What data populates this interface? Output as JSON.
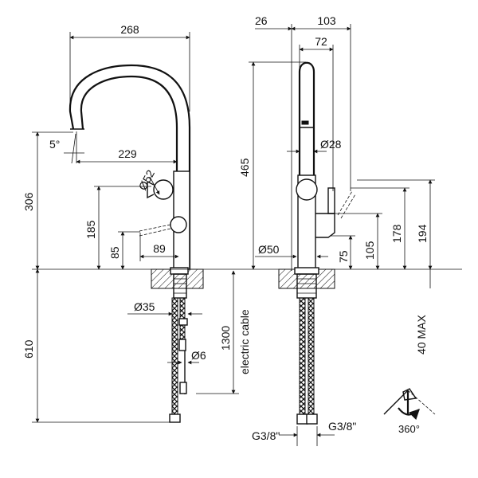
{
  "side_view": {
    "width_total": "268",
    "angle": "5°",
    "reach": "229",
    "handle_dia": "Ø52",
    "height_306": "306",
    "height_185": "185",
    "height_85": "85",
    "offset_89": "89",
    "base_dia": "Ø35",
    "cable_dia": "Ø6",
    "cable_len": "1300",
    "cable_label": "electric cable",
    "below_610": "610"
  },
  "front_view": {
    "offset_26": "26",
    "width_103": "103",
    "width_72": "72",
    "height_465": "465",
    "spout_dia": "Ø28",
    "base_dia": "Ø50",
    "height_75": "75",
    "height_105": "105",
    "height_178": "178",
    "height_194": "194",
    "max_deck": "40 MAX",
    "thread_left": "G3/8\"",
    "thread_right": "G3/8\""
  },
  "rotation": {
    "angle": "360°"
  }
}
